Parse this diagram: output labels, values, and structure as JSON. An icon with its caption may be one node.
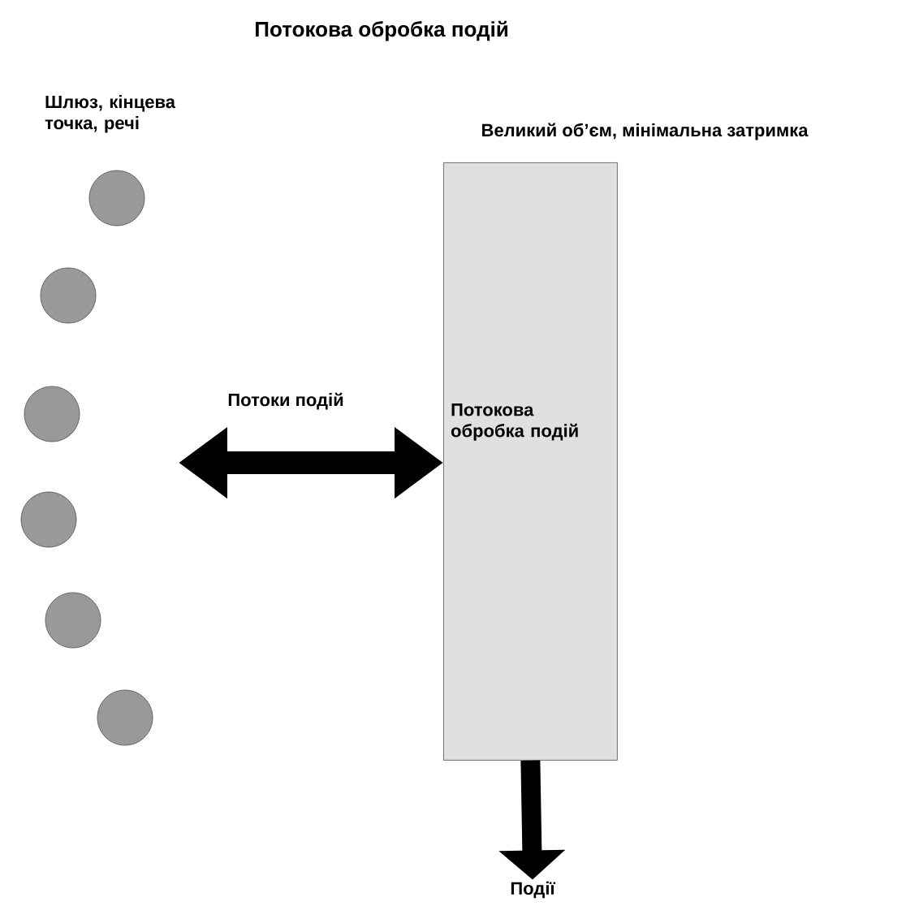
{
  "diagram": {
    "title": "Потокова обробка подій",
    "nodes": [
      {
        "text": [],
        "shape": "circle"
      },
      {
        "text": [],
        "shape": "circle"
      },
      {
        "text": [],
        "shape": "circle"
      },
      {
        "text": [],
        "shape": "circle"
      },
      {
        "text": [],
        "shape": "circle"
      },
      {
        "text": [],
        "shape": "circle"
      },
      {
        "text": [
          "Потокова обробка подій"
        ],
        "beside": [
          "Великий об’єм, мінімальна затримка"
        ]
      },
      {
        "text": [
          "Події"
        ]
      }
    ],
    "edges": [
      {
        "from": null,
        "to": 6,
        "arrow": "both",
        "label": "Потоки подій"
      },
      {
        "from": 6,
        "to": 7,
        "arrow": "to"
      }
    ],
    "labels": [
      "Шлюз, кінцева точка, речі"
    ]
  }
}
